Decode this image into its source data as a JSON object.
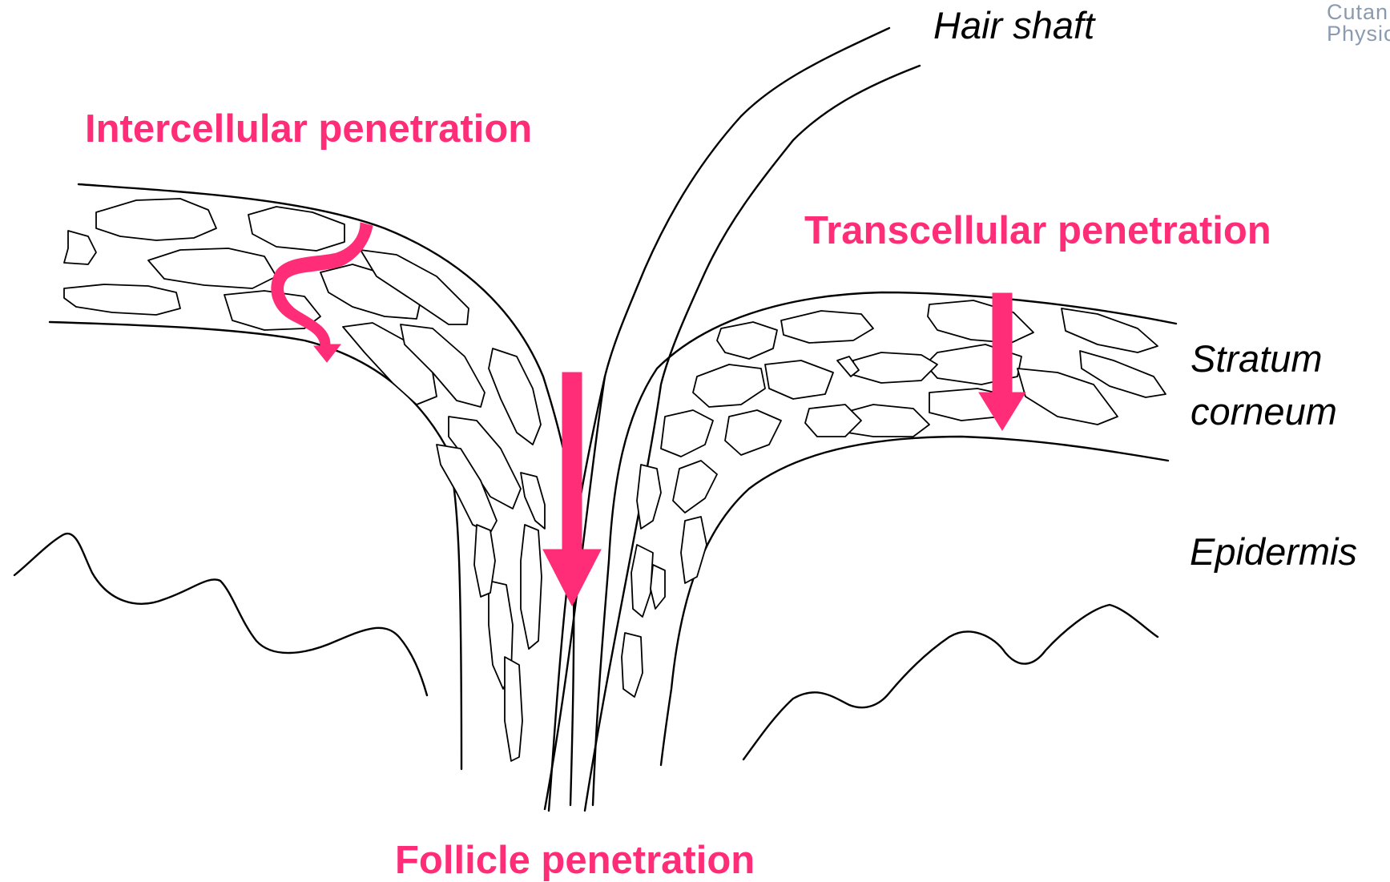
{
  "colors": {
    "accent": "#ff2d77",
    "ink": "#000000",
    "logo": "#8a9bb0"
  },
  "labels": {
    "intercellular": "Intercellular penetration",
    "transcellular": "Transcellular penetration",
    "follicle": "Follicle penetration",
    "hair_shaft": "Hair shaft",
    "stratum_corneum_line1": "Stratum",
    "stratum_corneum_line2": "corneum",
    "epidermis": "Epidermis"
  },
  "logo": {
    "line1": "Cutan",
    "line2": "Physic"
  }
}
